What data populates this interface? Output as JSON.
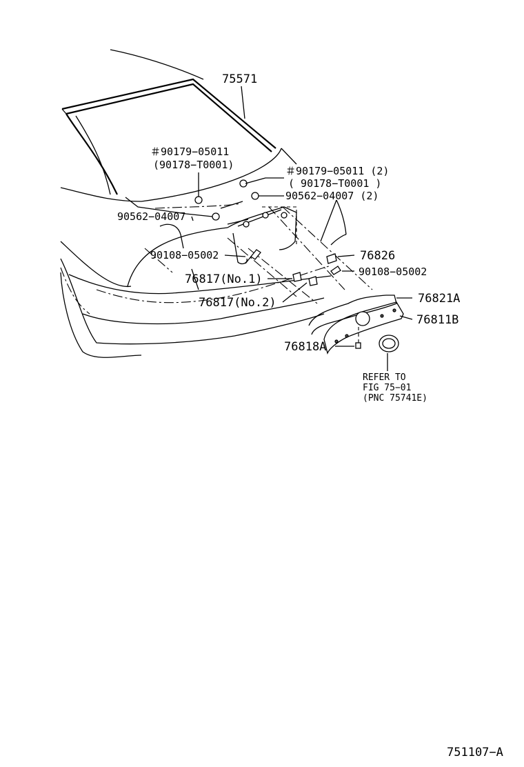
{
  "labels": {
    "p75571": "75571",
    "p90179_a": "＃90179−05011",
    "p90178_a": "(90178−T0001)",
    "p90179_b": "＃90179−05011 (2)",
    "p90178_b": "( 90178−T0001 )",
    "p90562_b": "90562−04007 (2)",
    "p90562_a": "90562−04007",
    "p76826": "76826",
    "p90108_a": "90108−05002",
    "p90108_b": "90108−05002",
    "p76817_1": "76817(No.1)",
    "p76821A": "76821A",
    "p76817_2": "76817(No.2)",
    "p76811B": "76811B",
    "p76818A": "76818A",
    "refer1": "REFER TO",
    "refer2": "FIG 75−01",
    "refer3": "(PNC 75741E)",
    "figno": "751107−A"
  }
}
